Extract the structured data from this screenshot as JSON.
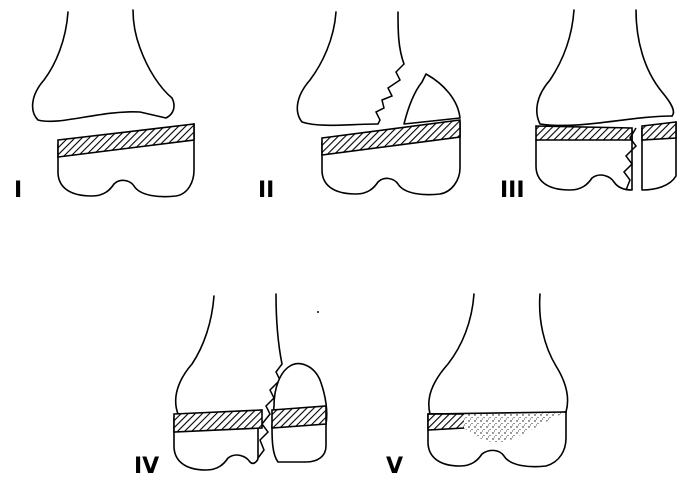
{
  "figure": {
    "panels": [
      {
        "id": "I",
        "label": "I"
      },
      {
        "id": "II",
        "label": "II"
      },
      {
        "id": "III",
        "label": "III"
      },
      {
        "id": "IV",
        "label": "IV"
      },
      {
        "id": "V",
        "label": "V"
      }
    ],
    "colors": {
      "ink": "#000000",
      "background": "#ffffff"
    }
  }
}
